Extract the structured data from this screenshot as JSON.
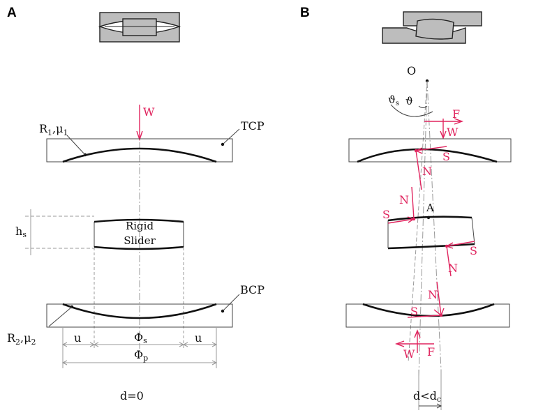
{
  "panel_a": {
    "label": "A",
    "load": "W",
    "top_plate_label": "TCP",
    "bottom_plate_label": "BCP",
    "r1": "R",
    "r1_sub": "1",
    "mu1": ",μ",
    "mu1_sub": "1",
    "r2": "R",
    "r2_sub": "2",
    "mu2": ",μ",
    "mu2_sub": "2",
    "slider_line1": "Rigid",
    "slider_line2": "Slider",
    "height": "h",
    "height_sub": "s",
    "gap_left": "u",
    "gap_right": "u",
    "slider_dia": "Φ",
    "slider_dia_sub": "s",
    "plate_dia": "Φ",
    "plate_dia_sub": "p",
    "displacement": "d=0"
  },
  "panel_b": {
    "label": "B",
    "origin": "O",
    "theta": "ϑ",
    "theta_s": "ϑ",
    "theta_s_sub": "s",
    "point_a": "A",
    "top_w": "W",
    "top_f": "F",
    "bottom_w": "W",
    "bottom_f": "F",
    "s_top": "S",
    "n_top": "N",
    "s_mid_left": "S",
    "n_mid_left": "N",
    "s_mid_right": "S",
    "n_mid_right": "N",
    "n_bottom": "N",
    "s_bottom": "S",
    "displacement": "d<d",
    "displacement_sub": "c"
  },
  "colors": {
    "force": "#e0245e",
    "component_fill": "#bdbdbd",
    "curve": "#111111"
  }
}
